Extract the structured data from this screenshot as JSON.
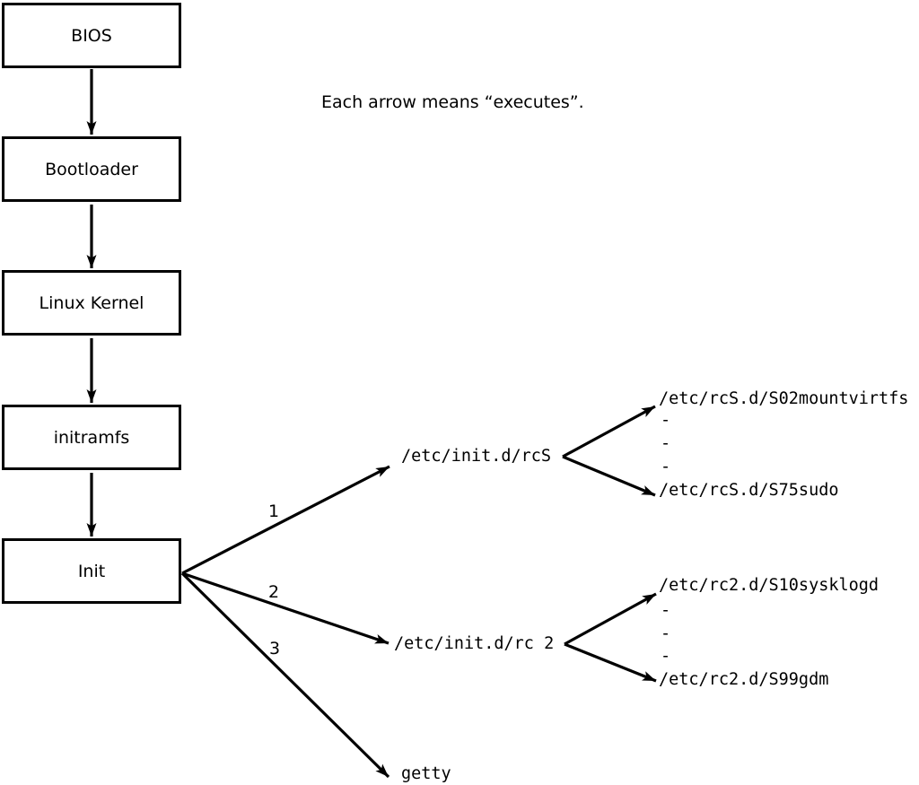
{
  "note": "Each arrow means “executes”.",
  "colors": {
    "line": "#000000",
    "text": "#000000",
    "background": "#ffffff"
  },
  "boxes": [
    {
      "label": "BIOS"
    },
    {
      "label": "Bootloader"
    },
    {
      "label": "Linux Kernel"
    },
    {
      "label": "initramfs"
    },
    {
      "label": "Init"
    }
  ],
  "branches": [
    {
      "number": "1",
      "target": "/etc/init.d/rcS",
      "children": [
        "/etc/rcS.d/S02mountvirtfs",
        "-",
        "-",
        "-",
        "/etc/rcS.d/S75sudo"
      ]
    },
    {
      "number": "2",
      "target": "/etc/init.d/rc 2",
      "children": [
        "/etc/rc2.d/S10sysklogd",
        "-",
        "-",
        "-",
        "/etc/rc2.d/S99gdm"
      ]
    },
    {
      "number": "3",
      "target": "getty",
      "children": []
    }
  ]
}
